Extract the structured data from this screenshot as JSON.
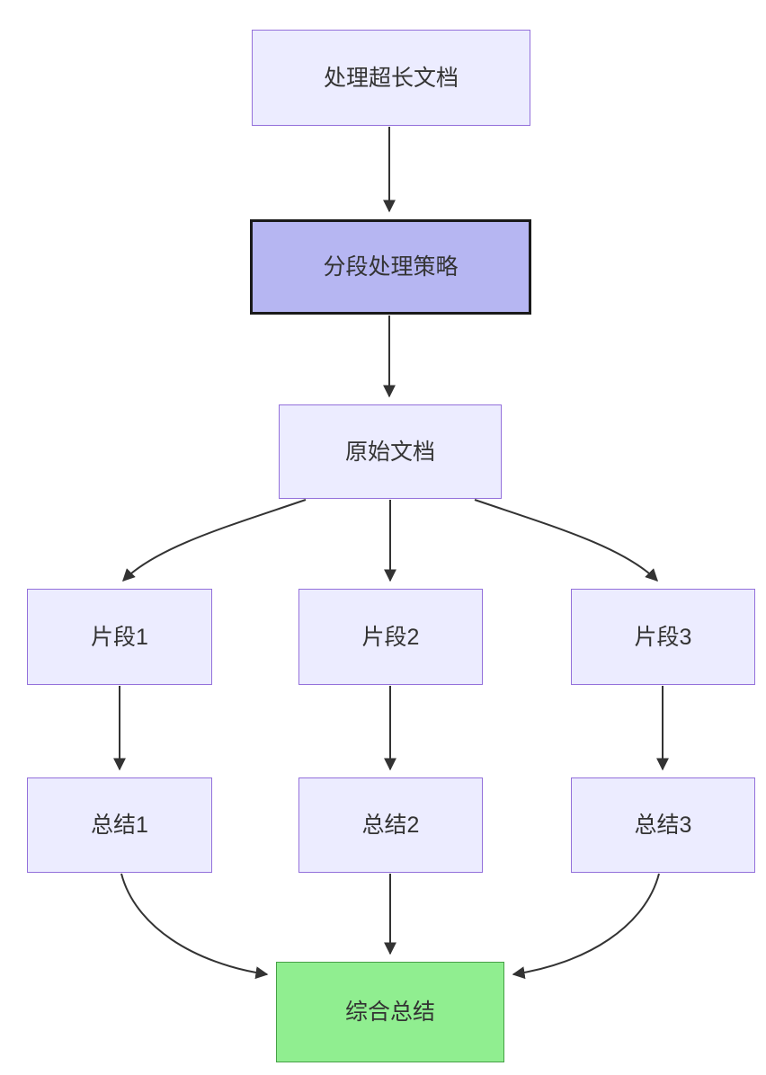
{
  "diagram": {
    "type": "flowchart",
    "direction": "top-down",
    "nodes": [
      {
        "label": "处理超长文档",
        "style": "default"
      },
      {
        "label": "分段处理策略",
        "style": "highlight"
      },
      {
        "label": "原始文档",
        "style": "default"
      },
      {
        "label": "片段1",
        "style": "default"
      },
      {
        "label": "片段2",
        "style": "default"
      },
      {
        "label": "片段3",
        "style": "default"
      },
      {
        "label": "总结1",
        "style": "default"
      },
      {
        "label": "总结2",
        "style": "default"
      },
      {
        "label": "总结3",
        "style": "default"
      },
      {
        "label": "综合总结",
        "style": "success"
      }
    ],
    "edges": [
      {
        "from": "处理超长文档",
        "to": "分段处理策略"
      },
      {
        "from": "分段处理策略",
        "to": "原始文档"
      },
      {
        "from": "原始文档",
        "to": "片段1"
      },
      {
        "from": "原始文档",
        "to": "片段2"
      },
      {
        "from": "原始文档",
        "to": "片段3"
      },
      {
        "from": "片段1",
        "to": "总结1"
      },
      {
        "from": "片段2",
        "to": "总结2"
      },
      {
        "from": "片段3",
        "to": "总结3"
      },
      {
        "from": "总结1",
        "to": "综合总结"
      },
      {
        "from": "总结2",
        "to": "综合总结"
      },
      {
        "from": "总结3",
        "to": "综合总结"
      }
    ]
  },
  "colors": {
    "node_fill": "#ECECFF",
    "node_border": "#9370DB",
    "highlight_fill": "#B6B6F2",
    "highlight_border": "#1A1A1A",
    "success_fill": "#90EE90",
    "success_border": "#46A046",
    "edge_color": "#333333",
    "text_color": "#333333",
    "background": "#FFFFFF"
  }
}
